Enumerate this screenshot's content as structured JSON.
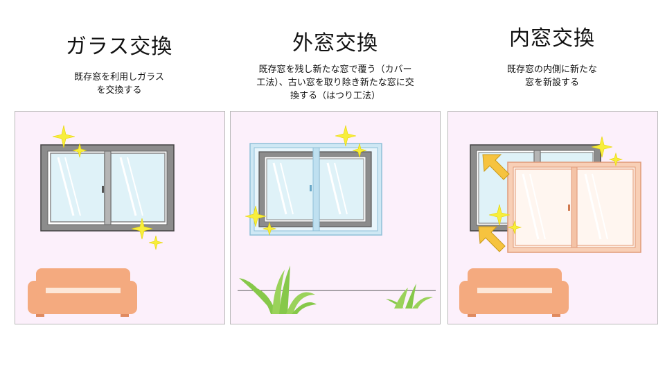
{
  "columns": [
    {
      "title": "ガラス交換",
      "desc_lines": [
        "既存窓を利用しガラス",
        "を交換する"
      ]
    },
    {
      "title": "外窓交換",
      "desc_lines": [
        "既存窓を残し新たな窓で覆う（カバー",
        "工法）、古い窓を取り除き新たな窓に交",
        "換する（はつり工法）"
      ]
    },
    {
      "title": "内窓交換",
      "desc_lines": [
        "既存窓の内側に新たな",
        "窓を新設する"
      ]
    }
  ],
  "colors": {
    "panel_bg": "#fcf0fb",
    "sofa": "#f4aa7f",
    "frame_gray": "#8a8a8a",
    "glass": "#dff2f8",
    "cover_frame": "#a9d4ea",
    "inner_frame": "#f4c3a6",
    "sparkle": "#f7ee3c",
    "arrow": "#f6c33f",
    "grass": "#86c84a"
  }
}
